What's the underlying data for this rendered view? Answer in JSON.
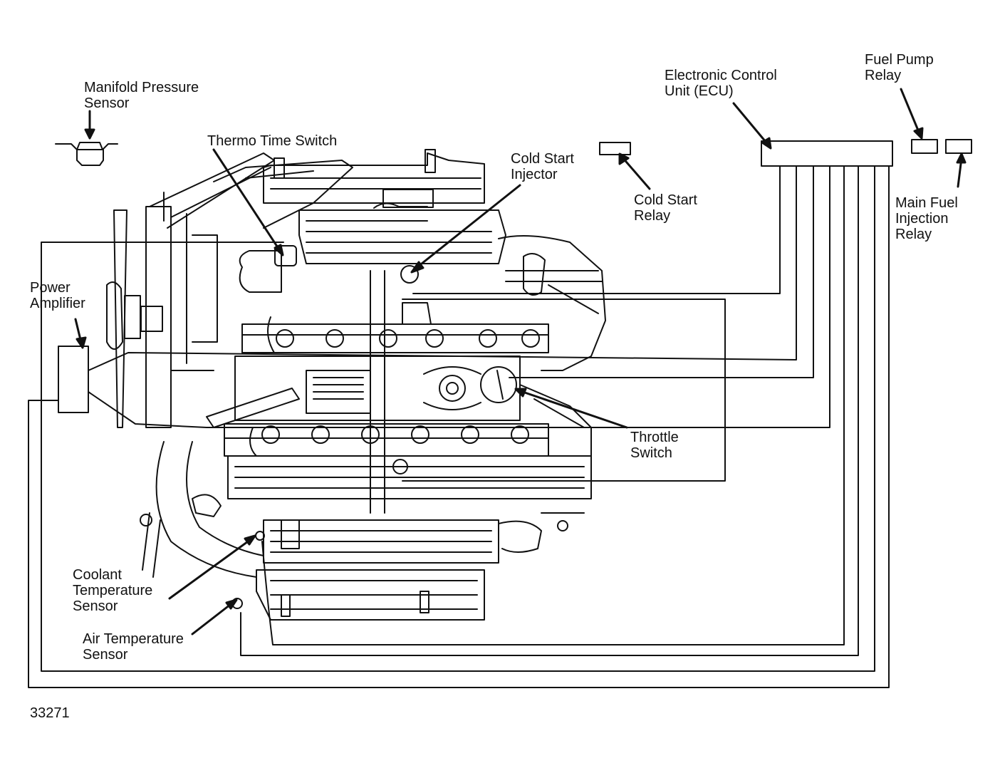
{
  "diagram": {
    "figure_number": "33271",
    "labels": {
      "manifold_pressure_sensor": [
        "Manifold Pressure",
        "Sensor"
      ],
      "thermo_time_switch": [
        "Thermo Time Switch"
      ],
      "cold_start_injector": [
        "Cold Start",
        "Injector"
      ],
      "cold_start_relay": [
        "Cold Start",
        "Relay"
      ],
      "ecu": [
        "Electronic Control",
        "Unit (ECU)"
      ],
      "fuel_pump_relay": [
        "Fuel Pump",
        "Relay"
      ],
      "main_fuel_injection_relay": [
        "Main Fuel",
        "Injection",
        "Relay"
      ],
      "power_amplifier": [
        "Power",
        "Amplifier"
      ],
      "throttle_switch": [
        "Throttle",
        "Switch"
      ],
      "coolant_temperature_sensor": [
        "Coolant",
        "Temperature",
        "Sensor"
      ],
      "air_temperature_sensor": [
        "Air Temperature",
        "Sensor"
      ]
    },
    "colors": {
      "ink": "#111111",
      "background": "#ffffff"
    }
  }
}
